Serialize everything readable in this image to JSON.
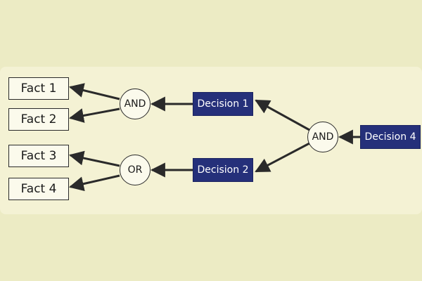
{
  "diagram": {
    "facts": [
      "Fact 1",
      "Fact 2",
      "Fact 3",
      "Fact 4"
    ],
    "gates": {
      "top": "AND",
      "bottom": "OR",
      "right": "AND"
    },
    "decisions": [
      "Decision 1",
      "Decision 2",
      "Decision 4"
    ]
  },
  "colors": {
    "background": "#ecebc4",
    "panel": "#f4f2d4",
    "decision_fill": "#25307a",
    "edge": "#2a2a2a"
  }
}
